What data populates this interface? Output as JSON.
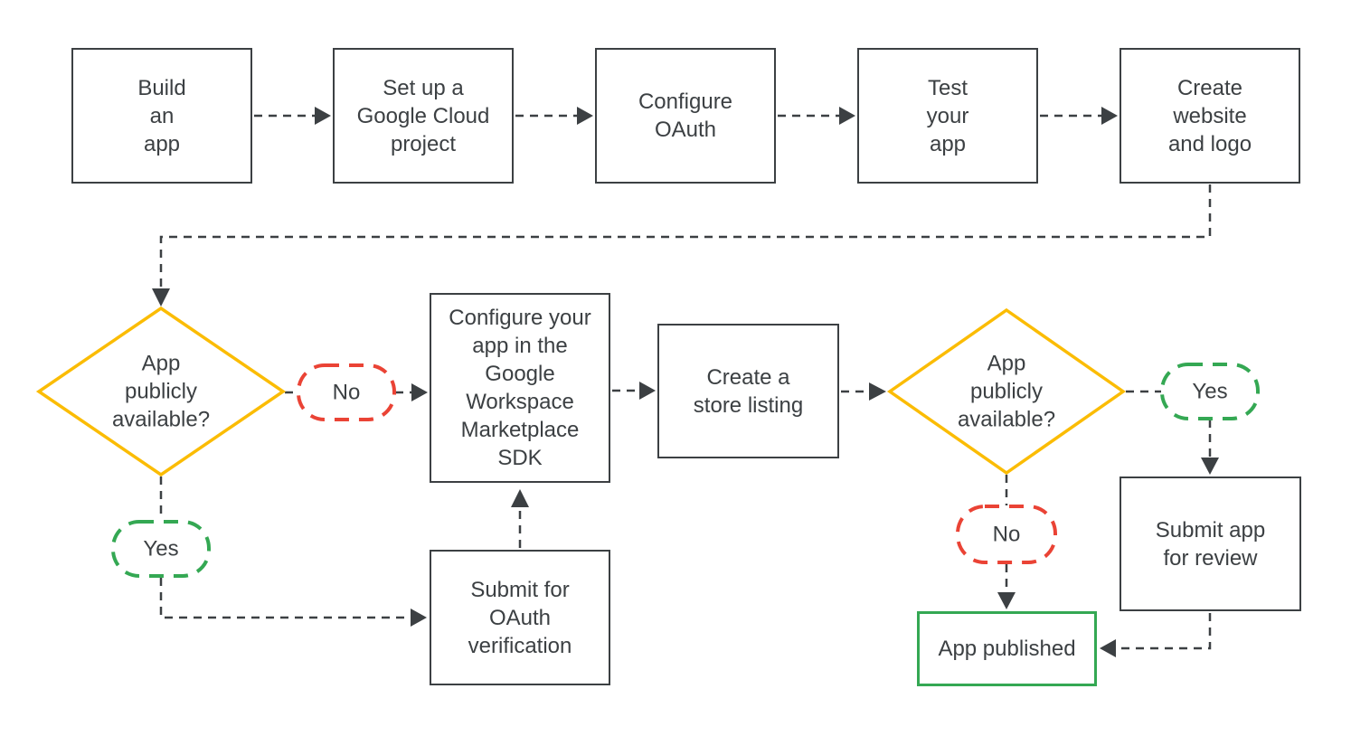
{
  "colors": {
    "ink": "#3C4043",
    "decision_yellow": "#FBBC04",
    "no_red": "#EA4335",
    "yes_green": "#34A853",
    "background": "#FFFFFF"
  },
  "nodes": {
    "build_app": {
      "label": "Build\nan\napp"
    },
    "setup_project": {
      "label": "Set up a\nGoogle Cloud\nproject"
    },
    "configure_oauth": {
      "label": "Configure\nOAuth"
    },
    "test_app": {
      "label": "Test\nyour\napp"
    },
    "create_website": {
      "label": "Create\nwebsite\nand logo"
    },
    "decision_left": {
      "label": "App\npublicly\navailable?"
    },
    "no_left": {
      "label": "No"
    },
    "yes_left": {
      "label": "Yes"
    },
    "configure_sdk": {
      "label": "Configure your\napp in the\nGoogle\nWorkspace\nMarketplace\nSDK"
    },
    "submit_oauth": {
      "label": "Submit for\nOAuth\nverification"
    },
    "store_listing": {
      "label": "Create a\nstore listing"
    },
    "decision_right": {
      "label": "App\npublicly\navailable?"
    },
    "yes_right": {
      "label": "Yes"
    },
    "no_right": {
      "label": "No"
    },
    "submit_review": {
      "label": "Submit app\nfor review"
    },
    "app_published": {
      "label": "App published"
    }
  },
  "edges": [
    {
      "from": "build_app",
      "to": "setup_project"
    },
    {
      "from": "setup_project",
      "to": "configure_oauth"
    },
    {
      "from": "configure_oauth",
      "to": "test_app"
    },
    {
      "from": "test_app",
      "to": "create_website"
    },
    {
      "from": "create_website",
      "to": "decision_left"
    },
    {
      "from": "decision_left",
      "to": "configure_sdk",
      "label": "No"
    },
    {
      "from": "decision_left",
      "to": "submit_oauth",
      "label": "Yes"
    },
    {
      "from": "submit_oauth",
      "to": "configure_sdk"
    },
    {
      "from": "configure_sdk",
      "to": "store_listing"
    },
    {
      "from": "store_listing",
      "to": "decision_right"
    },
    {
      "from": "decision_right",
      "to": "submit_review",
      "label": "Yes"
    },
    {
      "from": "decision_right",
      "to": "app_published",
      "label": "No"
    },
    {
      "from": "submit_review",
      "to": "app_published"
    }
  ]
}
